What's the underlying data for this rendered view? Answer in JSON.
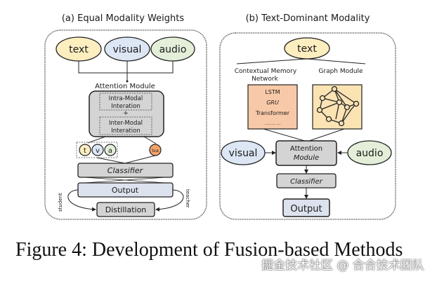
{
  "panel_a": {
    "title": "(a) Equal Modality Weights",
    "inputs": [
      {
        "label": "text",
        "color": "#fdeec0"
      },
      {
        "label": "visual",
        "color": "#dce6f4"
      },
      {
        "label": "audio",
        "color": "#e3efd9"
      }
    ],
    "attention_label": "Attention Module",
    "intra_line1": "Intra-Modal",
    "intra_line2": "Interation",
    "plus": "+",
    "inter_line1": "Inter-Modal",
    "inter_line2": "Interation",
    "small_nodes": [
      {
        "label": "t",
        "color": "#fdeec0"
      },
      {
        "label": "v",
        "color": "#dce6f4"
      },
      {
        "label": "a",
        "color": "#e3efd9"
      }
    ],
    "fused_node": {
      "label": "tva",
      "color": "#f4a46a"
    },
    "classifier": "Classifier",
    "output": "Output",
    "distillation": "Distillation",
    "student": "student",
    "teacher": "teacher"
  },
  "panel_b": {
    "title": "(b) Text-Dominant Modality",
    "text_input": {
      "label": "text",
      "color": "#fdeec0"
    },
    "cmn_label_line1": "Contextual Memory",
    "cmn_label_line2": "Network",
    "graph_label": "Graph Module",
    "cmn_items": [
      "LSTM",
      "GRU",
      "Transformer",
      "........ ..."
    ],
    "cmn_color": "#f8c9a8",
    "graph_color": "#fbe3b4",
    "visual": {
      "label": "visual",
      "color": "#dce6f4"
    },
    "audio": {
      "label": "audio",
      "color": "#e3efd9"
    },
    "attention_line1": "Attention",
    "attention_line2": "Module",
    "classifier": "Classifier",
    "output": "Output"
  },
  "caption": "Figure 4: Development of Fusion-based Methods",
  "watermark": "掘金技术社区 @ 合合技术团队"
}
